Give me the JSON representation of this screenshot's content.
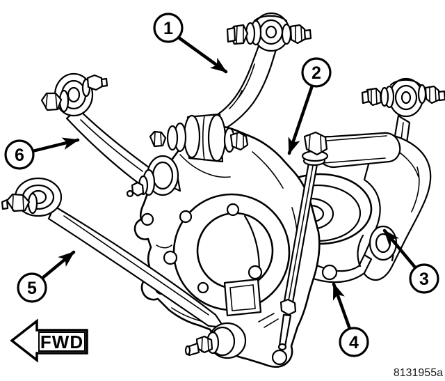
{
  "figure": {
    "code": "8131955a"
  },
  "direction_indicator": {
    "label": "FWD",
    "icon": "left-block-arrow"
  },
  "callouts": [
    {
      "label": "1"
    },
    {
      "label": "2"
    },
    {
      "label": "3"
    },
    {
      "label": "4"
    },
    {
      "label": "5"
    },
    {
      "label": "6"
    }
  ],
  "colors": {
    "line": "#000000",
    "background": "#ffffff"
  }
}
